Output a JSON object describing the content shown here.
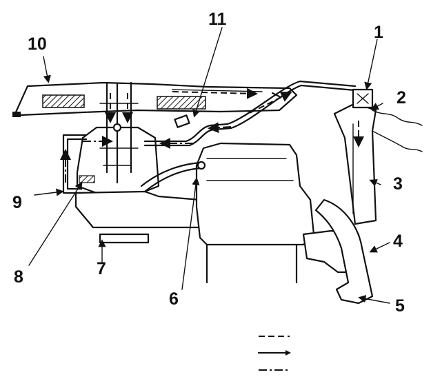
{
  "diagram": {
    "callouts": [
      {
        "id": "c1",
        "label": "1"
      },
      {
        "id": "c2",
        "label": "2"
      },
      {
        "id": "c3",
        "label": "3"
      },
      {
        "id": "c4",
        "label": "4"
      },
      {
        "id": "c5",
        "label": "5"
      },
      {
        "id": "c6",
        "label": "6"
      },
      {
        "id": "c7",
        "label": "7"
      },
      {
        "id": "c8",
        "label": "8"
      },
      {
        "id": "c9",
        "label": "9"
      },
      {
        "id": "c10",
        "label": "10"
      },
      {
        "id": "c11",
        "label": "11"
      }
    ],
    "legend": [
      {
        "style": "dashed"
      },
      {
        "style": "solid"
      },
      {
        "style": "dash-dot"
      }
    ],
    "colors": {
      "ink": "#111111",
      "paper": "#ffffff"
    }
  }
}
